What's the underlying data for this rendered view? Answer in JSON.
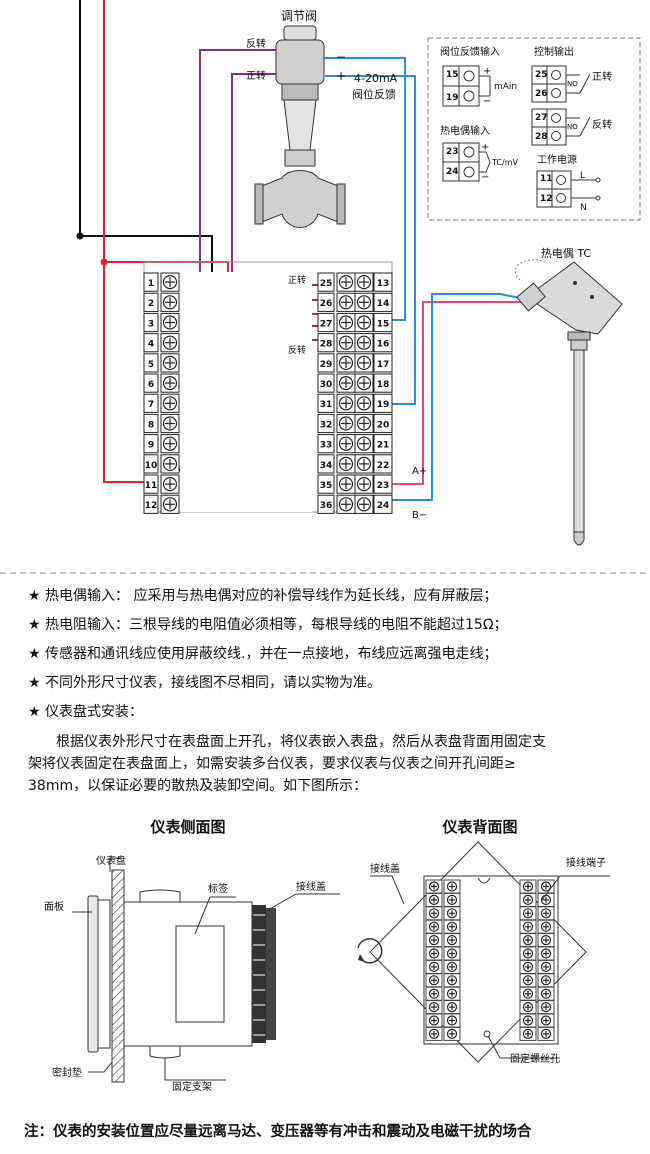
{
  "wiring": {
    "valve_title": "调节阀",
    "valve_reverse": "反转",
    "valve_forward": "正转",
    "minus": "−",
    "plus": "+",
    "feedback_range": "4-20mA",
    "feedback_label": "阀位反馈",
    "tc_title": "热电偶 TC",
    "terminal_forward": "正转",
    "terminal_reverse": "反转",
    "a_plus": "A+",
    "b_minus": "B−",
    "left_terminals": [
      "1",
      "2",
      "3",
      "4",
      "5",
      "6",
      "7",
      "8",
      "9",
      "10",
      "11",
      "12"
    ],
    "mid_terminals": [
      "25",
      "26",
      "27",
      "28",
      "29",
      "30",
      "31",
      "32",
      "33",
      "34",
      "35",
      "36"
    ],
    "right_terminals": [
      "13",
      "14",
      "15",
      "16",
      "17",
      "18",
      "19",
      "20",
      "21",
      "22",
      "23",
      "24"
    ],
    "colors": {
      "red": "#e8222c",
      "blue": "#2a8fd6",
      "purple": "#8a2b8c",
      "pink": "#e9418a",
      "black": "#111111"
    }
  },
  "legend": {
    "valve_feedback_title": "阀位反馈输入",
    "t15": "15",
    "t19": "19",
    "plus": "+",
    "minus": "−",
    "mAin": "mAin",
    "tc_input_title": "热电偶输入",
    "t23": "23",
    "t24": "24",
    "tc_mv": "TC/mV",
    "control_output_title": "控制输出",
    "t25": "25",
    "t26": "26",
    "t27": "27",
    "t28": "28",
    "no": "NO",
    "forward": "正转",
    "reverse": "反转",
    "power_title": "工作电源",
    "t11": "11",
    "t12": "12",
    "L": "L",
    "N": "N"
  },
  "notes": {
    "items": [
      "★  热电偶输入：  应采用与热电偶对应的补偿导线作为延长线，应有屏蔽层；",
      "★  热电阻输入：三根导线的电阻值必须相等，每根导线的电阻不能超过15Ω；",
      "★  传感器和通讯线应使用屏蔽绞线.，并在一点接地，布线应远离强电走线；",
      "★  不同外形尺寸仪表，接线图不尽相同，请以实物为准。",
      "★  仪表盘式安装："
    ],
    "para_1": "根据仪表外形尺寸在表盘面上开孔，将仪表嵌入表盘，然后从表盘背面用固定支",
    "para_2": "架将仪表固定在表盘面上，如需安装多台仪表，要求仪表与仪表之间开孔间距≥",
    "para_3": "38mm，以保证必要的散热及装卸空间。如下图所示："
  },
  "install": {
    "side_title": "仪表侧面图",
    "back_title": "仪表背面图",
    "panel_board": "仪表盘",
    "face_plate": "面板",
    "label": "标签",
    "terminal_cover_side": "接线盖",
    "seal": "密封垫",
    "bracket": "固定支架",
    "terminal_cover_back": "接线盖",
    "terminal_post": "接线端子",
    "screw_hole": "固定螺丝孔"
  },
  "footer": "注：仪表的安装位置应尽量远离马达、变压器等有冲击和震动及电磁干扰的场合"
}
